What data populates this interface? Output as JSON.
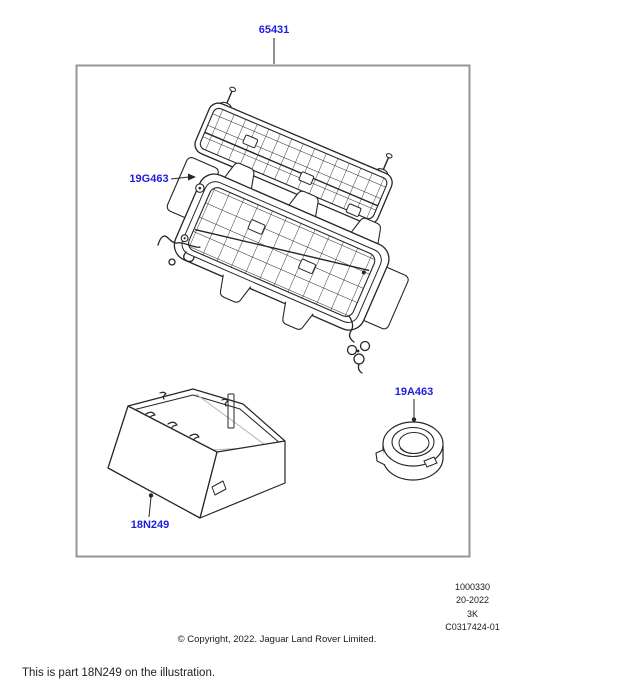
{
  "page": {
    "caption": "This is part 18N249 on the illustration."
  },
  "illustration": {
    "labels": {
      "kit": "65431",
      "upper_guard": "19G463",
      "ring": "19A463",
      "box": "18N249"
    },
    "plate": {
      "lines": [
        "1000330",
        "20-2022",
        "3K",
        "C0317424-01"
      ]
    },
    "copyright": "© Copyright, 2022. Jaguar Land Rover Limited.",
    "colors": {
      "label_text": "#1e1edc",
      "frame_border": "#969696",
      "line_art": "#262626",
      "line_hidden": "#b4b4b4",
      "page_bg": "#ffffff"
    }
  }
}
